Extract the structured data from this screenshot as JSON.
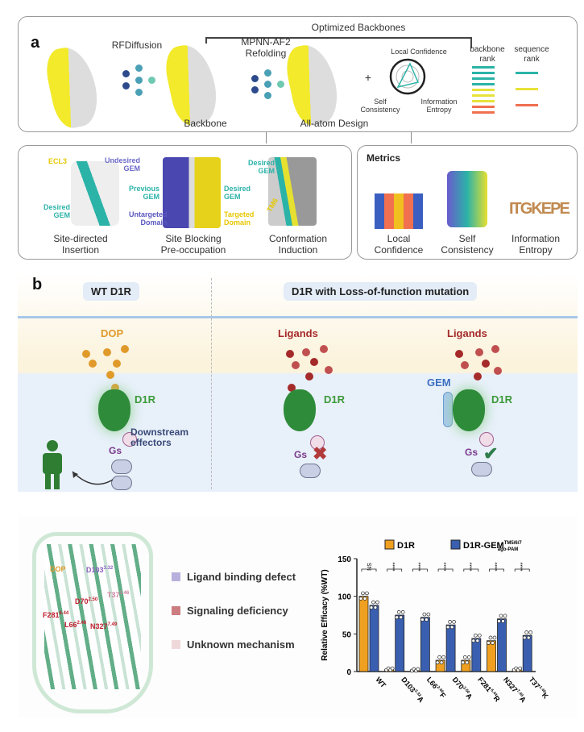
{
  "panel_a": {
    "label": "a",
    "optimized_backbones": "Optimized Backbones",
    "rfdiffusion": "RFDiffusion",
    "mpnn": "MPNN-AF2\nRefolding",
    "backbone": "Backbone",
    "all_atom": "All-atom Design",
    "plus": "+",
    "radar": {
      "top": "Local Confidence",
      "left": "Self\nConsistency",
      "right": "Information\nEntropy"
    },
    "rank": {
      "backbone": "backbone\nrank",
      "sequence": "sequence\nrank"
    },
    "strategies": [
      {
        "title": "Site-directed\nInsertion",
        "labels": [
          "ECL3",
          "Undesired\nGEM",
          "Desired\nGEM"
        ]
      },
      {
        "title": "Site Blocking\nPre-occupation",
        "labels": [
          "Previous\nGEM",
          "Desired\nGEM",
          "Untargeted\nDomain",
          "Targeted\nDomain"
        ]
      },
      {
        "title": "Conformation\nInduction",
        "labels": [
          "Desired\nGEM",
          "TM6"
        ]
      }
    ],
    "metrics": {
      "title": "Metrics",
      "items": [
        "Local\nConfidence",
        "Self\nConsistency",
        "Information\nEntropy"
      ],
      "logo": "ITGKEPE"
    }
  },
  "panel_b": {
    "label": "b",
    "wt_header": "WT D1R",
    "mut_header": "D1R with Loss-of-function mutation",
    "dop": "DOP",
    "ligands": "Ligands",
    "d1r": "D1R",
    "gem": "GEM",
    "gs": "Gs",
    "downstream": "Downstream\neffectors",
    "colors": {
      "dop": "#e09a2a",
      "ligand": "#b03a3a",
      "receptor": "#2e8b3a",
      "gem": "#a9c9ea",
      "cross": "#b33a3a",
      "check": "#2e7d4a"
    }
  },
  "structure": {
    "labels": [
      "DOP",
      "D103",
      "3.32",
      "T37",
      "1.46",
      "D70",
      "2.50",
      "F281",
      "6.44",
      "L66",
      "2.46",
      "N327",
      "7.49"
    ]
  },
  "legend": [
    {
      "label": "Ligand binding defect",
      "color": "#b8b0dc"
    },
    {
      "label": "Signaling deficiency",
      "color": "#cc7d80"
    },
    {
      "label": "Unknown mechanism",
      "color": "#efd8da"
    }
  ],
  "chart_data": {
    "type": "bar",
    "ylabel": "Relative Efficacy (%WT)",
    "ylim": [
      0,
      150
    ],
    "yticks": [
      "0",
      "50",
      "100",
      "150"
    ],
    "categories": [
      {
        "base": "WT",
        "sup": "",
        "suffix": ""
      },
      {
        "base": "D103",
        "sup": "3.32",
        "suffix": "A"
      },
      {
        "base": "L66",
        "sup": "2.46",
        "suffix": "F"
      },
      {
        "base": "D70",
        "sup": "2.50",
        "suffix": "A"
      },
      {
        "base": "F281",
        "sup": "6.44",
        "suffix": "R"
      },
      {
        "base": "N327",
        "sup": "7.49",
        "suffix": "A"
      },
      {
        "base": "T37",
        "sup": "1.46",
        "suffix": "K"
      }
    ],
    "series": [
      {
        "name": "D1R",
        "color": "#f0a020",
        "values": [
          100,
          3,
          2,
          15,
          15,
          41,
          3
        ]
      },
      {
        "name": "D1R-GEM",
        "name_sup": "TM5/6/7",
        "name_sub": "ago-PAM",
        "color": "#3a5fb0",
        "values": [
          88,
          75,
          72,
          62,
          44,
          70,
          48
        ]
      }
    ],
    "significance": [
      "NS",
      "****",
      "****",
      "****",
      "****",
      "****",
      "****"
    ],
    "grid": false,
    "legend_position": "top"
  }
}
